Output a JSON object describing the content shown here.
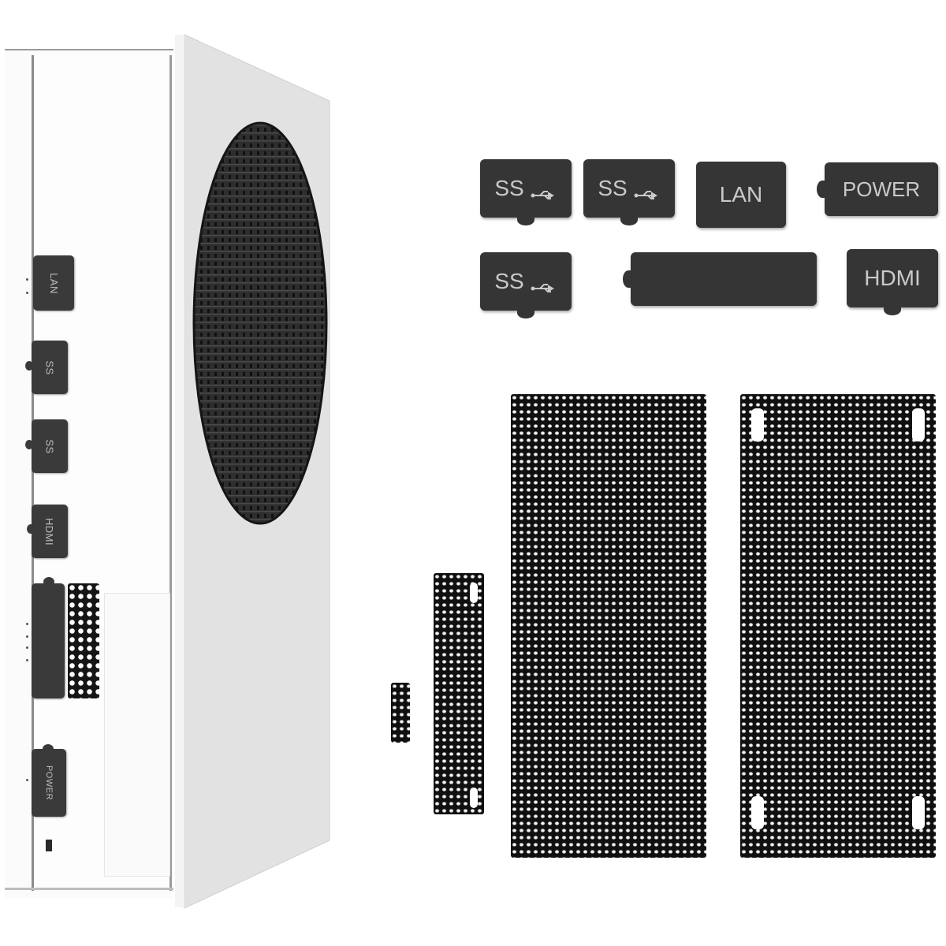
{
  "scene": {
    "description": "Xbox Series S console with dust plugs and mesh dust filters",
    "colors": {
      "background": "#ffffff",
      "console_front": "#fbfbfb",
      "console_side": "#e2e2e2",
      "plug": "#353535",
      "plug_text": "#c9c9c9",
      "mesh": "#101010"
    }
  },
  "console": {
    "plugs": [
      {
        "label": "LAN"
      },
      {
        "label": "SS"
      },
      {
        "label": "SS"
      },
      {
        "label": "HDMI"
      },
      {
        "label": ""
      },
      {
        "label": "POWER"
      }
    ]
  },
  "plugs": {
    "row1": [
      {
        "label": "SS",
        "icon": "usb-icon",
        "tab": "bottom"
      },
      {
        "label": "SS",
        "icon": "usb-icon",
        "tab": "bottom"
      },
      {
        "label": "LAN",
        "icon": "",
        "tab": "none"
      },
      {
        "label": "POWER",
        "icon": "",
        "tab": "left"
      }
    ],
    "row2": [
      {
        "label": "SS",
        "icon": "usb-icon",
        "tab": "bottom"
      },
      {
        "label": "",
        "icon": "",
        "tab": "left"
      },
      {
        "label": "HDMI",
        "icon": "",
        "tab": "bottom"
      }
    ]
  },
  "filters": [
    {
      "name": "small-mesh",
      "slots": 0
    },
    {
      "name": "narrow-mesh",
      "slots": 2
    },
    {
      "name": "large-mesh-left",
      "slots": 0
    },
    {
      "name": "large-mesh-right",
      "slots": 4
    }
  ]
}
